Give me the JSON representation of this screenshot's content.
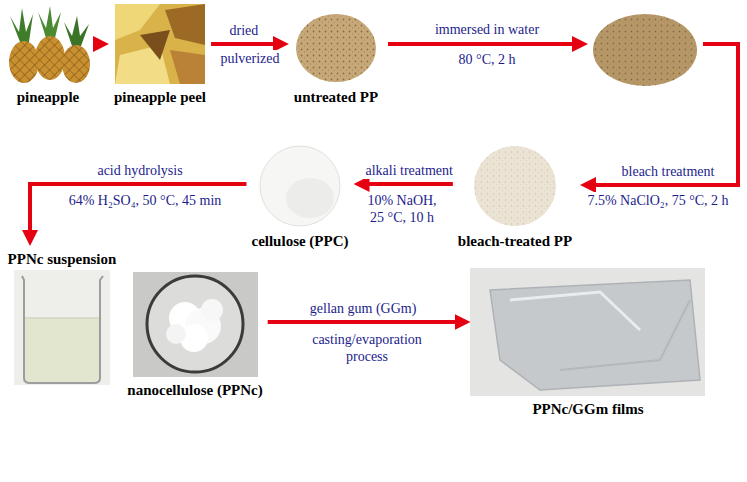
{
  "diagram": {
    "nodes": [
      {
        "text": [
          "pineapple"
        ]
      },
      {
        "text": [
          "pineapple peel"
        ]
      },
      {
        "text": [
          "untreated PP"
        ]
      },
      {
        "text": [
          "cellulose (PPC)"
        ]
      },
      {
        "text": [
          "bleach-treated PP"
        ]
      },
      {
        "text": [
          "PPNc suspension"
        ]
      },
      {
        "text": [
          "nanocellulose (PPNc)"
        ]
      },
      {
        "text": [
          "PPNc/GGm films"
        ]
      }
    ],
    "edges": [
      {
        "from": 0,
        "to": 1,
        "arrow": "to"
      },
      {
        "from": 1,
        "to": 2,
        "label": "dried",
        "arrow": "to"
      },
      {
        "from": 4,
        "to": 3,
        "label": "alkali treatment",
        "arrow": "to"
      },
      {
        "from": 3,
        "to": 5,
        "label": "acid hydrolysis",
        "arrow": "to"
      },
      {
        "from": 6,
        "to": 7,
        "label": "gellan gum (GGm)",
        "arrow": "to"
      }
    ],
    "labels": [
      "pulverized",
      "immersed in water",
      "80 °C, 2 h",
      "bleach treatment",
      "7.5% NaClO₂, 75 °C, 2 h",
      "10% NaOH, 25 °C, 10 h",
      "64% H₂SO₄, 50 °C, 45 min",
      "casting/evaporation process"
    ]
  }
}
